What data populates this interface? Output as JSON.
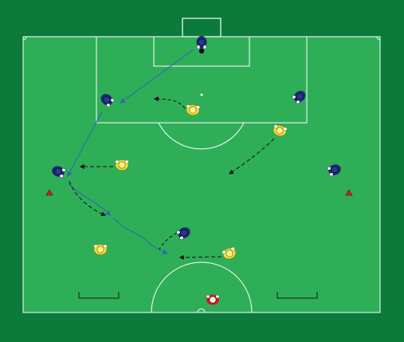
{
  "colors": {
    "background": "#0b7a3a",
    "pitch": "#2fae58",
    "lines": "#ffffff",
    "team_blue": "#1f2a6e",
    "team_yellow": "#f4e23a",
    "goalkeeper_red": "#c81e1e",
    "cone": "#d41f1f",
    "pass_line": "#2f6fa8",
    "run_line": "#111111"
  },
  "players": {
    "blue": [
      {
        "role": "goalkeeper",
        "label": "blue-goalkeeper"
      },
      {
        "role": "defender",
        "label": "blue-left-center-back"
      },
      {
        "role": "defender",
        "label": "blue-right-center-back"
      },
      {
        "role": "fullback",
        "label": "blue-left-back"
      },
      {
        "role": "fullback",
        "label": "blue-right-back"
      },
      {
        "role": "midfielder",
        "label": "blue-midfielder"
      }
    ],
    "yellow": [
      {
        "role": "attacker",
        "label": "yellow-center-forward"
      },
      {
        "role": "attacker",
        "label": "yellow-right-forward"
      },
      {
        "role": "winger",
        "label": "yellow-left-winger"
      },
      {
        "role": "midfielder",
        "label": "yellow-left-midfielder"
      },
      {
        "role": "midfielder",
        "label": "yellow-central-midfielder"
      }
    ],
    "red": [
      {
        "role": "player",
        "label": "red-player"
      }
    ]
  },
  "icons": {
    "cone": "red-triangle-cone",
    "ball": "ball-icon",
    "player": "player-top-view-icon"
  }
}
